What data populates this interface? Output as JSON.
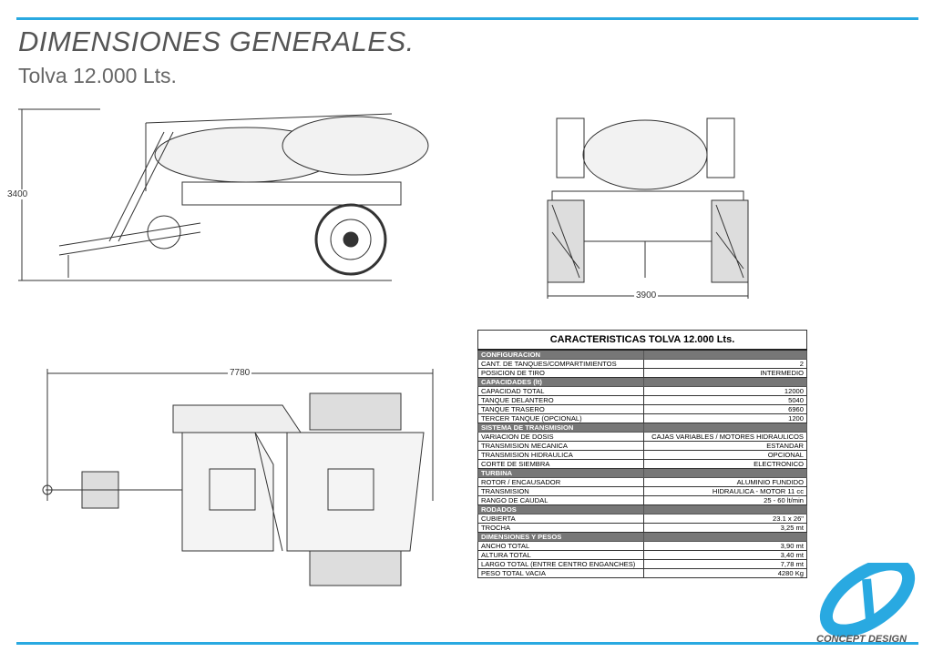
{
  "header": {
    "title": "DIMENSIONES GENERALES.",
    "subtitle": "Tolva 12.000 Lts."
  },
  "dimensions": {
    "height": "3400",
    "width": "3900",
    "length": "7780"
  },
  "table": {
    "title": "CARACTERISTICAS TOLVA 12.000 Lts.",
    "sections": [
      {
        "name": "CONFIGURACION",
        "rows": [
          [
            "CANT. DE TANQUES/COMPARTIMIENTOS",
            "2"
          ],
          [
            "POSICION DE TIRO",
            "INTERMEDIO"
          ]
        ]
      },
      {
        "name": "CAPACIDADES (lt)",
        "rows": [
          [
            "CAPACIDAD TOTAL",
            "12000"
          ],
          [
            "TANQUE DELANTERO",
            "5040"
          ],
          [
            "TANQUE TRASERO",
            "6960"
          ],
          [
            "TERCER TANQUE (OPCIONAL)",
            "1200"
          ]
        ]
      },
      {
        "name": "SISTEMA DE TRANSMISION",
        "rows": [
          [
            "VARIACION DE DOSIS",
            "CAJAS VARIABLES / MOTORES HIDRAULICOS"
          ],
          [
            "TRANSMISION MECANICA",
            "ESTANDAR"
          ],
          [
            "TRANSMISION HIDRAULICA",
            "OPCIONAL"
          ],
          [
            "CORTE DE SIEMBRA",
            "ELECTRONICO"
          ]
        ]
      },
      {
        "name": "TURBINA",
        "rows": [
          [
            "ROTOR / ENCAUSADOR",
            "ALUMINIO FUNDIDO"
          ],
          [
            "TRANSMISION",
            "HIDRAULICA - MOTOR 11 cc"
          ],
          [
            "RANGO DE CAUDAL",
            "25 - 60 lt/min"
          ]
        ]
      },
      {
        "name": "RODADOS",
        "rows": [
          [
            "CUBIERTA",
            "23.1 x 26\""
          ],
          [
            "TROCHA",
            "3,25 mt"
          ]
        ]
      },
      {
        "name": "DIMENSIONES Y PESOS",
        "rows": [
          [
            "ANCHO TOTAL",
            "3,90 mt"
          ],
          [
            "ALTURA TOTAL",
            "3,40 mt"
          ],
          [
            "LARGO TOTAL (ENTRE CENTRO ENGANCHES)",
            "7,78 mt"
          ],
          [
            "PESO TOTAL VACIA",
            "4280 Kg"
          ]
        ]
      }
    ]
  },
  "logo": {
    "text": "CONCEPT DESIGN",
    "color": "#29a9e1"
  }
}
